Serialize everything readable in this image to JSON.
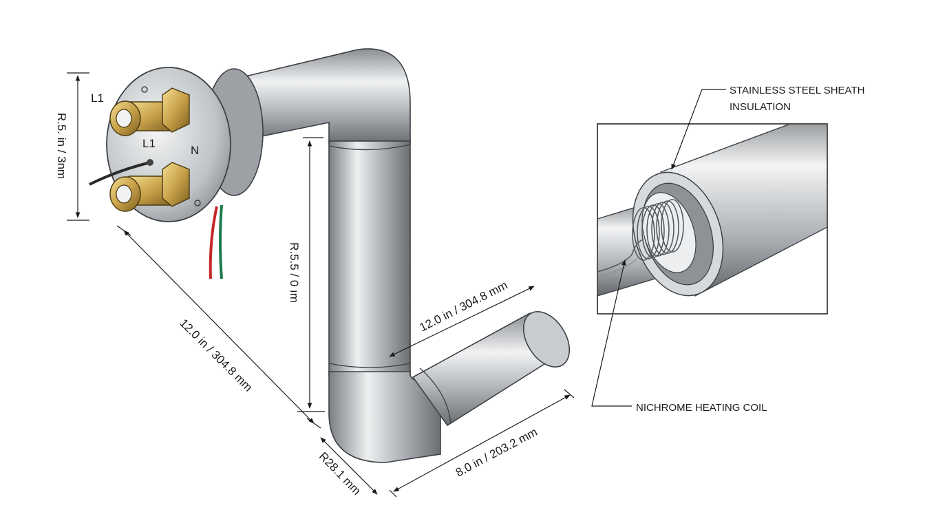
{
  "terminals": {
    "l1_upper": "L1",
    "l1_lower": "L1",
    "neutral": "N"
  },
  "dimensions": {
    "flange_height": "R.5. in / 3nm",
    "vertical_leg": "R.5.5 / 0 ım",
    "diagonal_leg": "12.0 in / 304.8 mm",
    "upper_leg": "12.0 in / 304.8 mm",
    "bend_radius": "R28.1 mm",
    "bottom_leg": "8.0 in / 203.2 mm"
  },
  "callouts": {
    "sheath": "STAINLESS STEEL SHEATH",
    "insulation": "INSULATION",
    "coil": "NICHROME HEATING COIL"
  },
  "colors": {
    "steel_light": "#f2f3f4",
    "steel_mid": "#aeb2b6",
    "steel_dark": "#6e7276",
    "brass": "#c9a24a",
    "wire_black": "#2a2a2a",
    "wire_red": "#c62828",
    "wire_green": "#1b7a4a"
  }
}
